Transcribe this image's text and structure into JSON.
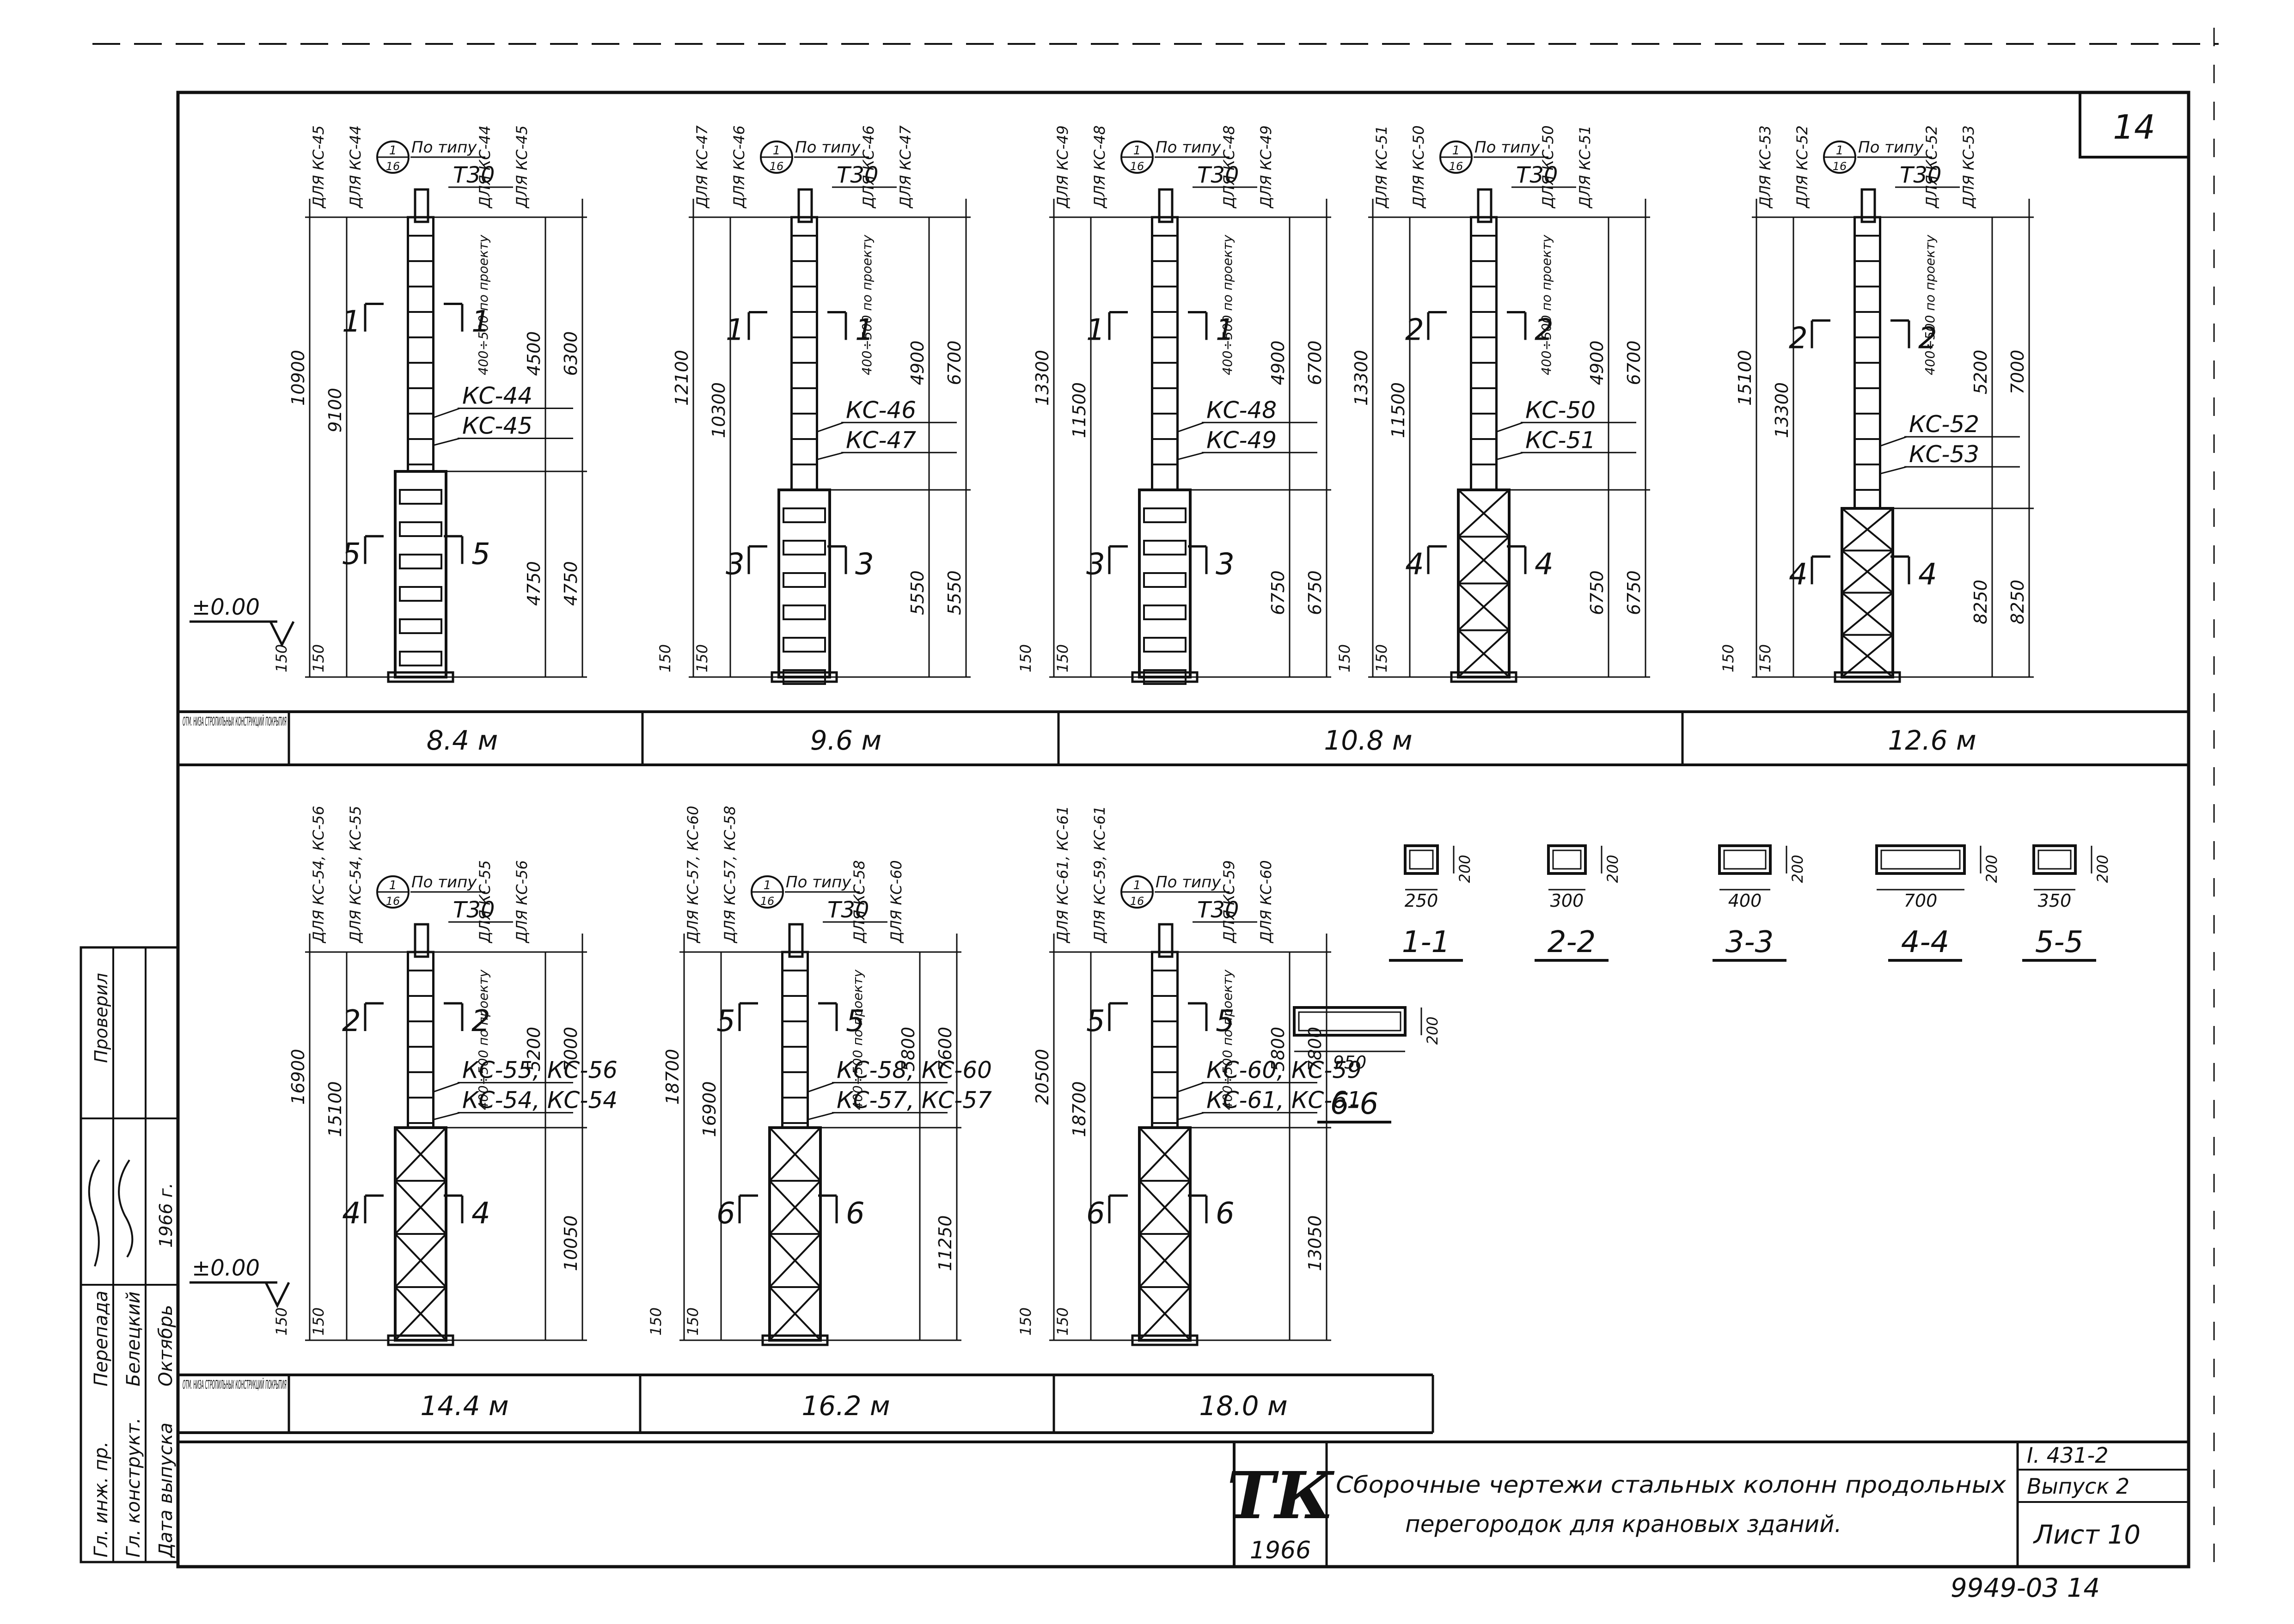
{
  "sheet_no_corner": "14",
  "row1": {
    "label": "ОТМ. НИЗА СТРОПИЛЬНЫХ КОНСТРУКЦИЙ ПОКРЫТИЯ",
    "spans": [
      "8.4 м",
      "9.6 м",
      "10.8 м",
      "12.6 м"
    ]
  },
  "row2": {
    "label": "ОТМ. НИЗА СТРОПИЛЬНЫХ КОНСТРУКЦИЙ ПОКРЫТИЯ",
    "spans": [
      "14.4 м",
      "16.2 м",
      "18.0 м"
    ]
  },
  "level_zero": "±0.00",
  "columns": [
    {
      "ref_circle": [
        "1",
        "16"
      ],
      "note": "По типу",
      "tag": "Т30",
      "top_labels": [
        "ДЛЯ КС-45",
        "ДЛЯ КС-44",
        "ДЛЯ КС-44",
        "ДЛЯ КС-45"
      ],
      "marks": [
        "КС-44",
        "КС-45"
      ],
      "sec_upper": "1",
      "sec_lower": "5",
      "dims_left": [
        "10900",
        "9100"
      ],
      "dims_right_upper": [
        "4500",
        "6300"
      ],
      "dims_right_lower": [
        "4750",
        "4750"
      ],
      "dim_note": "400÷500 по проекту",
      "base_dims": [
        "150",
        "150"
      ]
    },
    {
      "ref_circle": [
        "1",
        "16"
      ],
      "note": "По типу",
      "tag": "Т30",
      "top_labels": [
        "ДЛЯ КС-47",
        "ДЛЯ КС-46",
        "ДЛЯ КС-46",
        "ДЛЯ КС-47"
      ],
      "marks": [
        "КС-46",
        "КС-47"
      ],
      "sec_upper": "1",
      "sec_lower": "3",
      "dims_left": [
        "12100",
        "10300"
      ],
      "dims_right_upper": [
        "4900",
        "6700"
      ],
      "dims_right_lower": [
        "5550",
        "5550"
      ],
      "dim_note": "400÷500 по проекту",
      "base_dims": [
        "150",
        "150"
      ]
    },
    {
      "ref_circle": [
        "1",
        "16"
      ],
      "note": "По типу",
      "tag": "Т30",
      "top_labels": [
        "ДЛЯ КС-49",
        "ДЛЯ КС-48",
        "ДЛЯ КС-48",
        "ДЛЯ КС-49"
      ],
      "marks": [
        "КС-48",
        "КС-49"
      ],
      "sec_upper": "1",
      "sec_lower": "3",
      "dims_left": [
        "13300",
        "11500"
      ],
      "dims_right_upper": [
        "4900",
        "6700"
      ],
      "dims_right_lower": [
        "6750",
        "6750"
      ],
      "dim_note": "400÷500 по проекту",
      "base_dims": [
        "150",
        "150"
      ]
    },
    {
      "ref_circle": [
        "1",
        "16"
      ],
      "note": "По типу",
      "tag": "Т30",
      "top_labels": [
        "ДЛЯ КС-51",
        "ДЛЯ КС-50",
        "ДЛЯ КС-50",
        "ДЛЯ КС-51"
      ],
      "marks": [
        "КС-50",
        "КС-51"
      ],
      "sec_upper": "2",
      "sec_lower": "4",
      "dims_left": [
        "13300",
        "11500"
      ],
      "dims_right_upper": [
        "4900",
        "6700"
      ],
      "dims_right_lower": [
        "6750",
        "6750"
      ],
      "dim_note": "400÷500 по проекту",
      "base_dims": [
        "150",
        "150"
      ]
    },
    {
      "ref_circle": [
        "1",
        "16"
      ],
      "note": "По типу",
      "tag": "Т30",
      "top_labels": [
        "ДЛЯ КС-53",
        "ДЛЯ КС-52",
        "ДЛЯ КС-52",
        "ДЛЯ КС-53"
      ],
      "marks": [
        "КС-52",
        "КС-53"
      ],
      "sec_upper": "2",
      "sec_lower": "4",
      "dims_left": [
        "15100",
        "13300"
      ],
      "dims_right_upper": [
        "5200",
        "7000"
      ],
      "dims_right_lower": [
        "8250",
        "8250"
      ],
      "dim_note": "400÷500 по проекту",
      "base_dims": [
        "150",
        "150"
      ]
    },
    {
      "ref_circle": [
        "1",
        "16"
      ],
      "note": "По типу",
      "tag": "Т30",
      "top_labels": [
        "ДЛЯ КС-54, КС-56",
        "ДЛЯ КС-54, КС-55",
        "ДЛЯ КС-55",
        "ДЛЯ КС-56"
      ],
      "marks": [
        "КС-55, КС-56",
        "КС-54, КС-54"
      ],
      "sec_upper": "2",
      "sec_lower": "4",
      "dims_left": [
        "16900",
        "15100"
      ],
      "dims_right_upper": [
        "5200",
        "7000"
      ],
      "dims_right_lower": [
        "10050"
      ],
      "dim_note": "400÷500 по проекту",
      "base_dims": [
        "150",
        "150"
      ]
    },
    {
      "ref_circle": [
        "1",
        "16"
      ],
      "note": "По типу",
      "tag": "Т30",
      "top_labels": [
        "ДЛЯ КС-57, КС-60",
        "ДЛЯ КС-57, КС-58",
        "ДЛЯ КС-58",
        "ДЛЯ КС-60"
      ],
      "marks": [
        "КС-58, КС-60",
        "КС-57, КС-57"
      ],
      "sec_upper": "5",
      "sec_lower": "6",
      "dims_left": [
        "18700",
        "16900"
      ],
      "dims_right_upper": [
        "5800",
        "7600"
      ],
      "dims_right_lower": [
        "11250"
      ],
      "dim_note": "400÷500 по проекту",
      "base_dims": [
        "150",
        "150"
      ]
    },
    {
      "ref_circle": [
        "1",
        "16"
      ],
      "note": "По типу",
      "tag": "Т30",
      "top_labels": [
        "ДЛЯ КС-61, КС-61",
        "ДЛЯ КС-59, КС-61",
        "ДЛЯ КС-59",
        "ДЛЯ КС-60"
      ],
      "marks": [
        "КС-60, КС-59",
        "КС-61, КС-61"
      ],
      "sec_upper": "5",
      "sec_lower": "6",
      "dims_left": [
        "20500",
        "18700"
      ],
      "dims_right_upper": [
        "5800",
        "7800"
      ],
      "dims_right_lower": [
        "13050"
      ],
      "dim_note": "400÷500 по проекту",
      "base_dims": [
        "150",
        "150"
      ]
    }
  ],
  "sections": [
    {
      "name": "1-1",
      "width": "250",
      "height": "200"
    },
    {
      "name": "2-2",
      "width": "300",
      "height": "200"
    },
    {
      "name": "3-3",
      "width": "400",
      "height": "200"
    },
    {
      "name": "4-4",
      "width": "700",
      "height": "200"
    },
    {
      "name": "5-5",
      "width": "350",
      "height": "200"
    },
    {
      "name": "6-6",
      "width": "950",
      "height": "200"
    }
  ],
  "side_stamp": [
    "Гл. инж. пр.",
    "Перепада",
    "Проверил",
    "Гл. конструкт.",
    "Белецкий",
    "Дата выпуска",
    "Октябрь",
    "1966 г."
  ],
  "title_block": {
    "logo": "ТК",
    "year": "1966",
    "title_line1": "Сборочные чертежи стальных колонн продольных",
    "title_line2": "перегородок для крановых зданий.",
    "series": "I. 431-2",
    "issue": "Выпуск 2",
    "sheet": "Лист 10"
  },
  "footer_code": "9949-03  14"
}
